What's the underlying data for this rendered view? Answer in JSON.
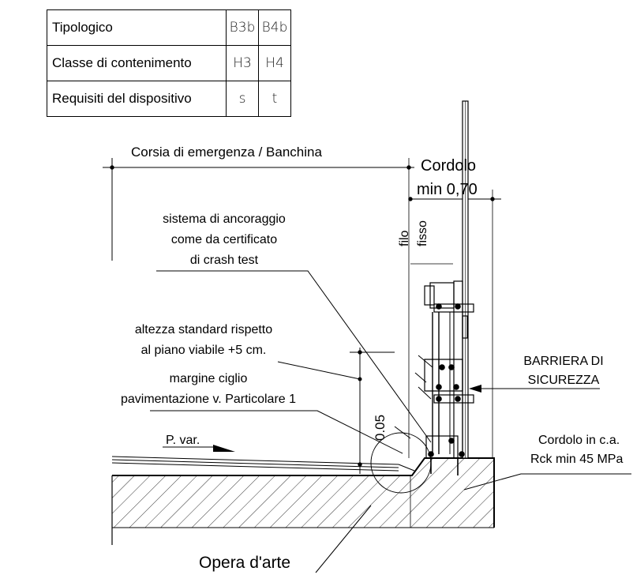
{
  "table": {
    "rows": [
      {
        "label": "Tipologico",
        "b3b": "B3b",
        "b4b": "B4b"
      },
      {
        "label": "Classe di contenimento",
        "b3b": "H3",
        "b4b": "H4"
      },
      {
        "label": "Requisiti del dispositivo",
        "b3b": "s",
        "b4b": "t"
      }
    ]
  },
  "labels": {
    "corsia": "Corsia di emergenza / Banchina",
    "cordolo_title": "Cordolo",
    "cordolo_min": "min 0,70",
    "filo": "filo",
    "fisso": "fisso",
    "ancoraggio_1": "sistema di ancoraggio",
    "ancoraggio_2": "come da certificato",
    "ancoraggio_3": "di crash test",
    "altezza_1": "altezza standard rispetto",
    "altezza_2": "al piano viabile +5 cm.",
    "margine_1": "margine ciglio",
    "margine_2": "pavimentazione v. Particolare 1",
    "dim_005": "0.05",
    "pvar": "P. var.",
    "barriera_1": "BARRIERA DI",
    "barriera_2": "SICUREZZA",
    "cordolo_ca_1": "Cordolo in c.a.",
    "cordolo_ca_2": "Rck min 45 MPa",
    "opera": "Opera d'arte"
  }
}
